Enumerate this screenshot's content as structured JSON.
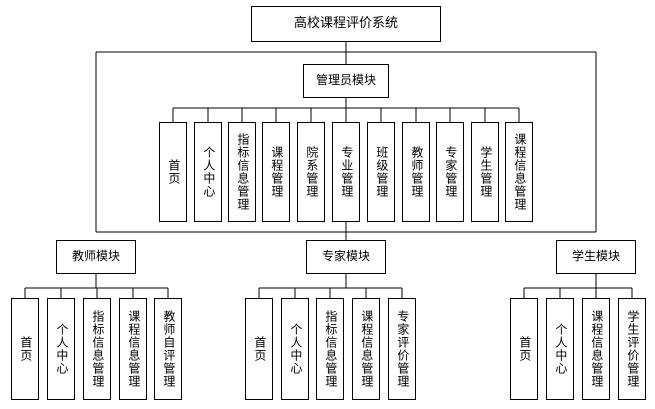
{
  "root": "高校课程评价系统",
  "admin": {
    "label": "管理员模块",
    "items": [
      "首页",
      "个人中心",
      "指标信息管理",
      "课程管理",
      "院系管理",
      "专业管理",
      "班级管理",
      "教师管理",
      "专家管理",
      "学生管理",
      "课程信息管理"
    ]
  },
  "teacher": {
    "label": "教师模块",
    "items": [
      "首页",
      "个人中心",
      "指标信息管理",
      "课程信息管理",
      "教师自评管理"
    ]
  },
  "expert": {
    "label": "专家模块",
    "items": [
      "首页",
      "个人中心",
      "指标信息管理",
      "课程信息管理",
      "专家评价管理"
    ]
  },
  "student": {
    "label": "学生模块",
    "items": [
      "首页",
      "个人中心",
      "课程信息管理",
      "学生评价管理"
    ]
  }
}
